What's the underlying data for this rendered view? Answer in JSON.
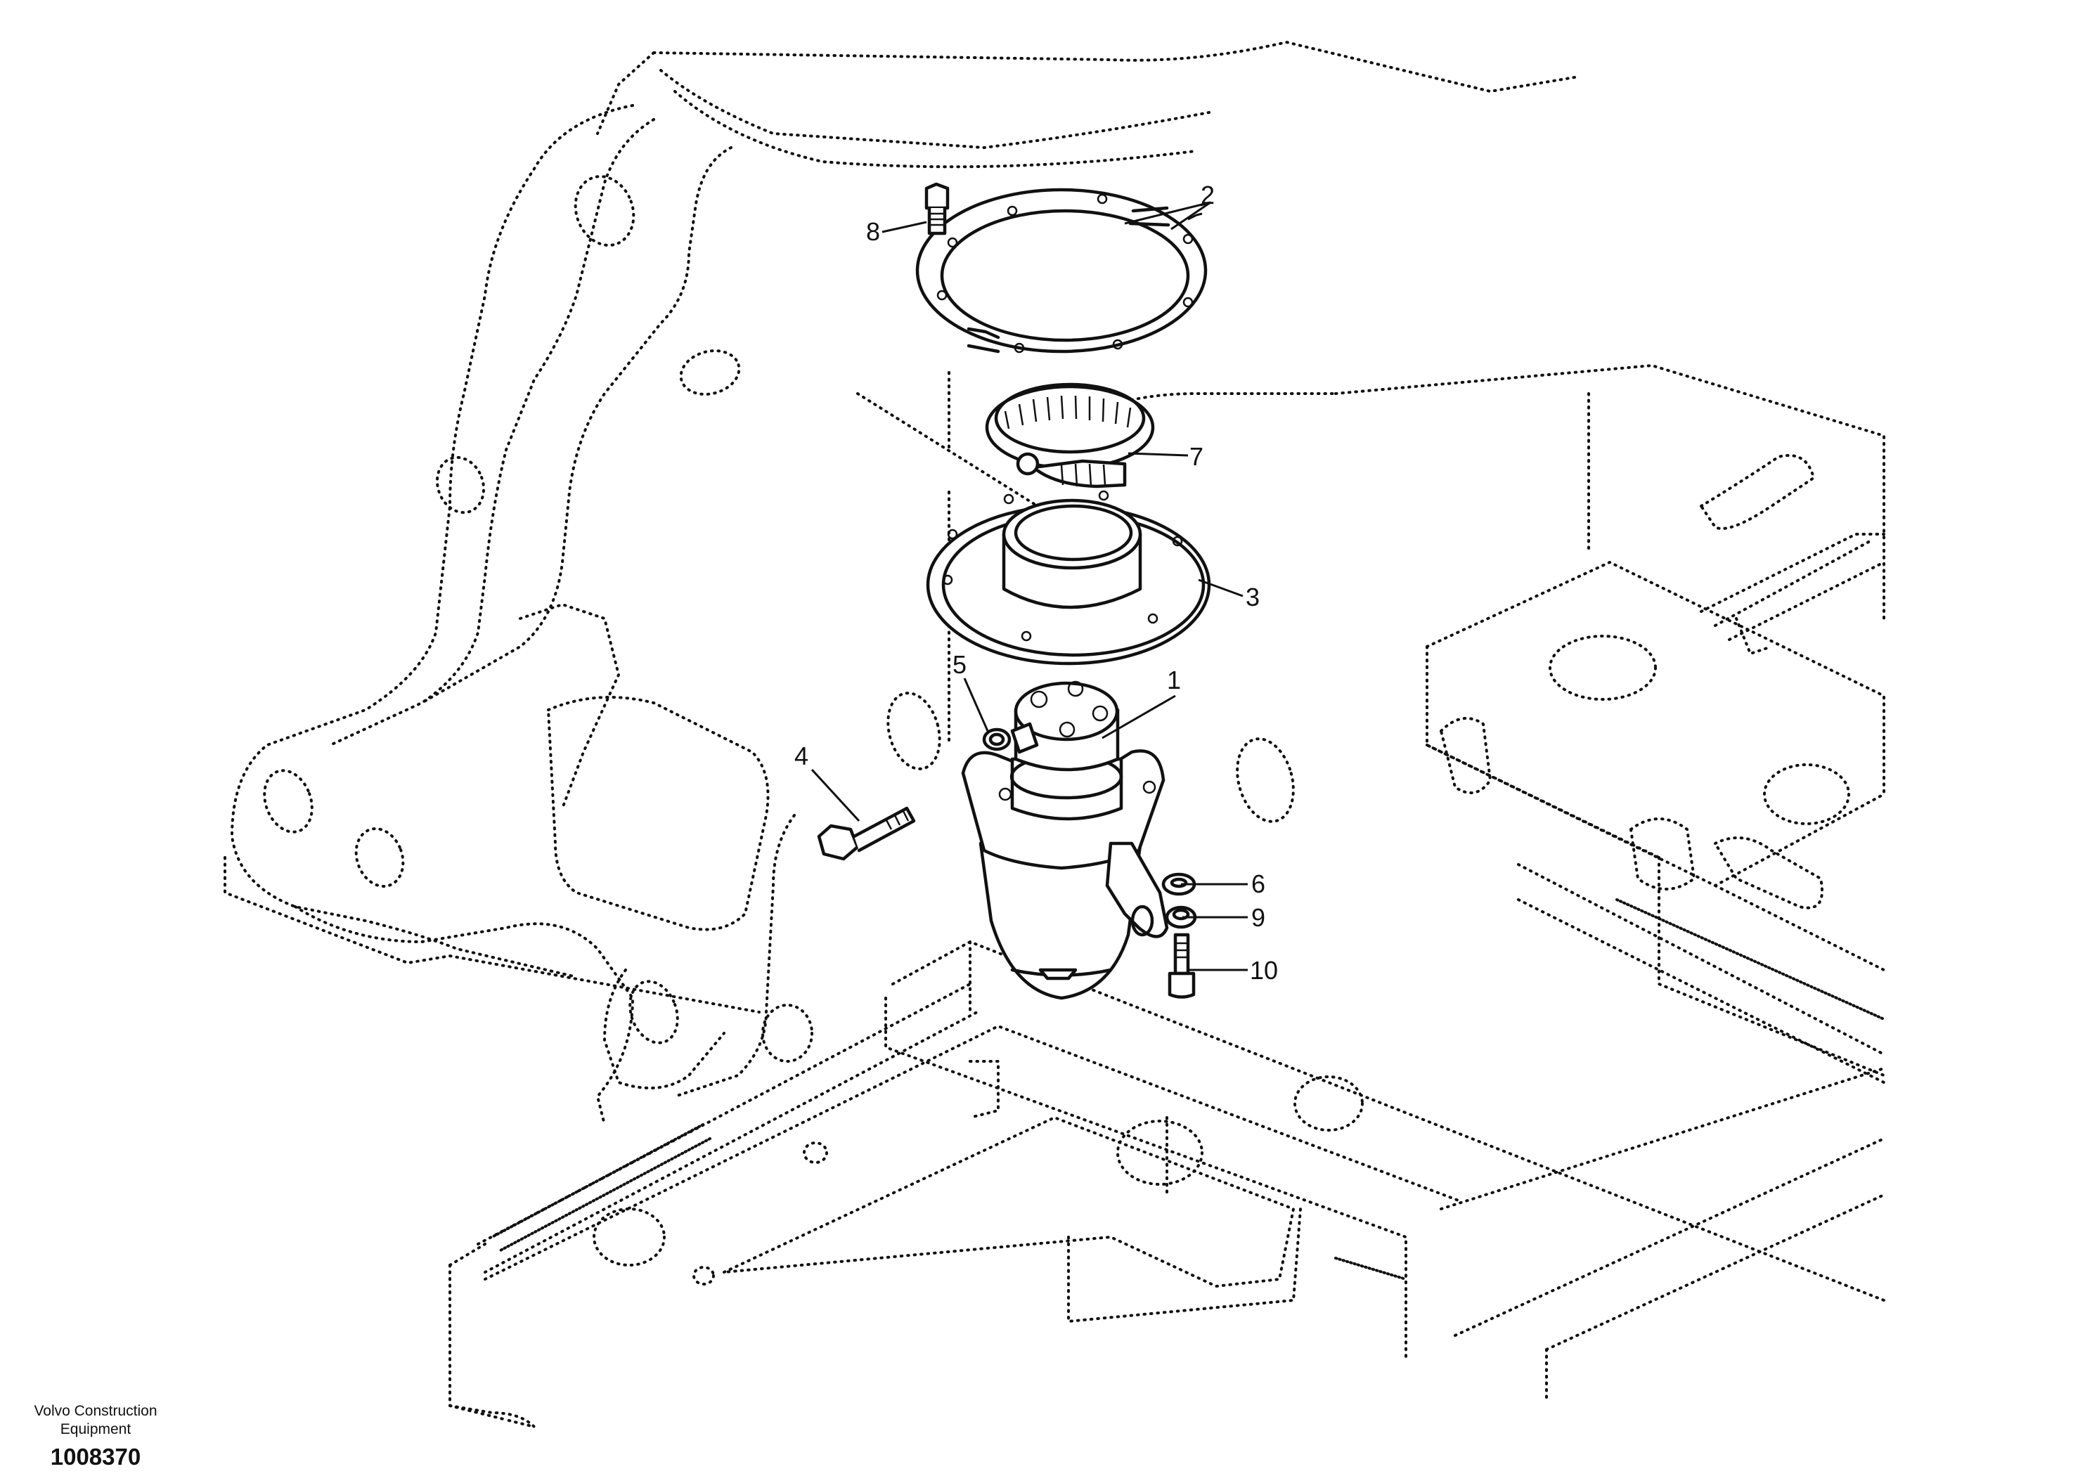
{
  "callouts": [
    {
      "id": "1",
      "label": "1"
    },
    {
      "id": "2",
      "label": "2"
    },
    {
      "id": "3",
      "label": "3"
    },
    {
      "id": "4",
      "label": "4"
    },
    {
      "id": "5",
      "label": "5"
    },
    {
      "id": "6",
      "label": "6"
    },
    {
      "id": "7",
      "label": "7"
    },
    {
      "id": "8",
      "label": "8"
    },
    {
      "id": "9",
      "label": "9"
    },
    {
      "id": "10",
      "label": "10"
    }
  ],
  "caption": {
    "company_line1": "Volvo Construction",
    "company_line2": "Equipment",
    "drawing_number": "1008370"
  }
}
